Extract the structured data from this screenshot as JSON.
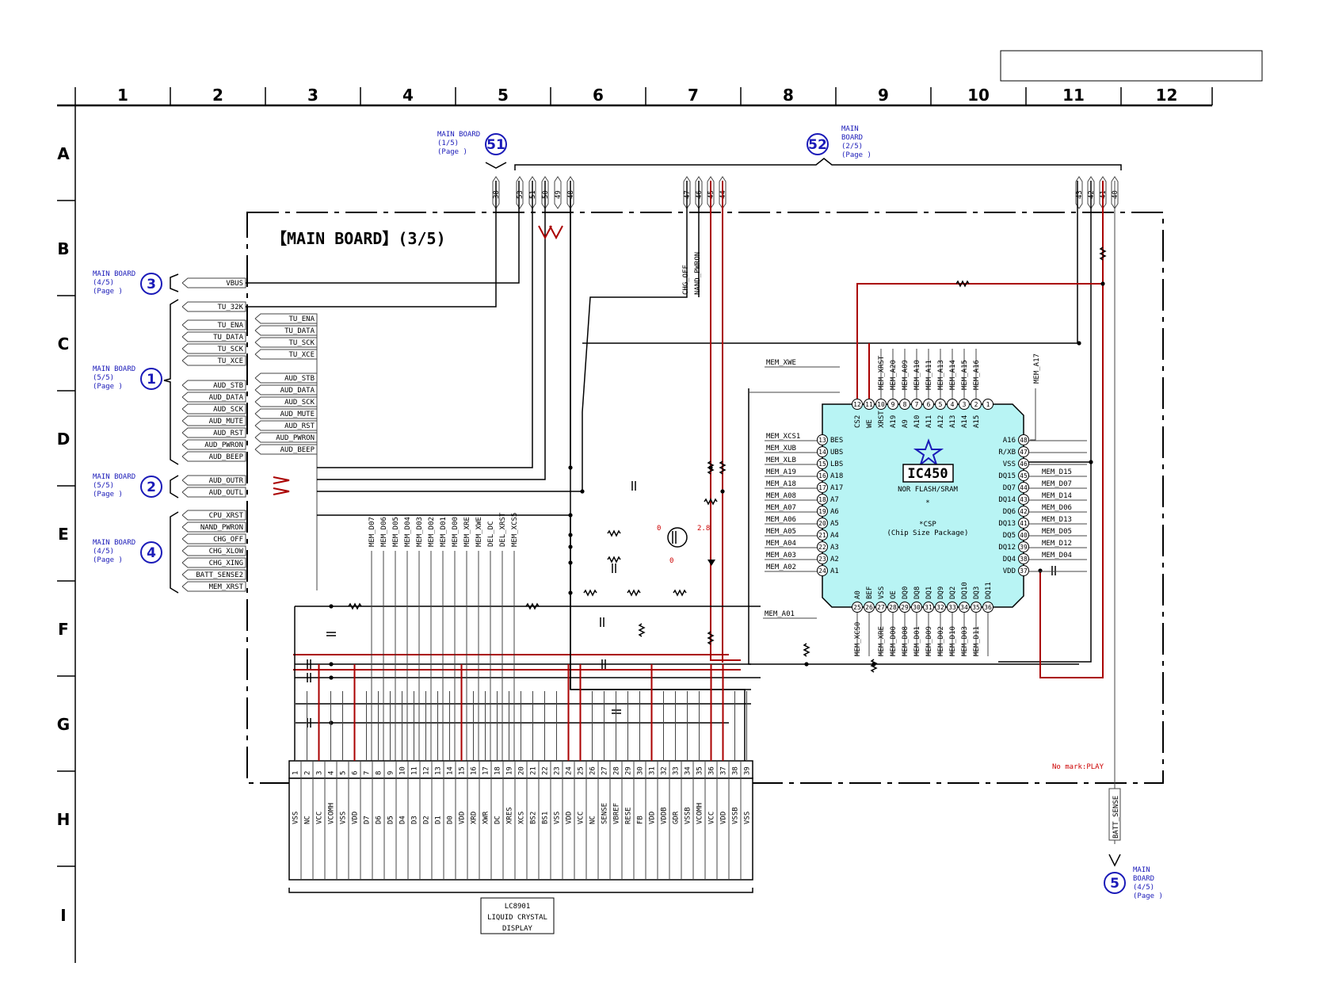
{
  "column_headers": [
    "1",
    "2",
    "3",
    "4",
    "5",
    "6",
    "7",
    "8",
    "9",
    "10",
    "11",
    "12"
  ],
  "row_headers": [
    "A",
    "B",
    "C",
    "D",
    "E",
    "F",
    "G",
    "H",
    "I"
  ],
  "title": "【MAIN BOARD】(3/5)",
  "note": "No mark:PLAY",
  "colors": {
    "wire": "#000000",
    "power": "#aa0000",
    "ic_fill": "#b8f4f4",
    "ref": "#1a1ab8"
  },
  "connectors": [
    {
      "num": "51",
      "lines": [
        "MAIN BOARD",
        "(1/5)",
        "(Page  )"
      ]
    },
    {
      "num": "52",
      "lines": [
        "MAIN",
        "BOARD",
        "(2/5)",
        "(Page  )"
      ]
    },
    {
      "num": "3",
      "lines": [
        "MAIN BOARD",
        "(4/5)",
        "(Page  )"
      ]
    },
    {
      "num": "1",
      "lines": [
        "MAIN BOARD",
        "(5/5)",
        "(Page  )"
      ]
    },
    {
      "num": "2",
      "lines": [
        "MAIN BOARD",
        "(5/5)",
        "(Page  )"
      ]
    },
    {
      "num": "4",
      "lines": [
        "MAIN BOARD",
        "(4/5)",
        "(Page  )"
      ]
    },
    {
      "num": "5",
      "lines": [
        "MAIN",
        "BOARD",
        "(4/5)",
        "(Page  )"
      ]
    }
  ],
  "top_pins_51": [
    "38",
    "53",
    "51",
    "50",
    "49",
    "48"
  ],
  "top_pins_mid": [
    "47",
    "46",
    "45",
    "44"
  ],
  "top_pins_right": [
    "43",
    "42",
    "41",
    "40"
  ],
  "left_signals_3": [
    "VBUS"
  ],
  "left_signals_1": [
    "TU_32K",
    "TU_ENA",
    "TU_DATA",
    "TU_SCK",
    "TU_XCE",
    "AUD_STB",
    "AUD_DATA",
    "AUD_SCK",
    "AUD_MUTE",
    "AUD_RST",
    "AUD_PWRON",
    "AUD_BEEP"
  ],
  "right_labels_1": [
    "TU_ENA",
    "TU_DATA",
    "TU_SCK",
    "TU_XCE",
    "AUD_STB",
    "AUD_DATA",
    "AUD_SCK",
    "AUD_MUTE",
    "AUD_RST",
    "AUD_PWRON",
    "AUD_BEEP"
  ],
  "left_signals_2": [
    "AUD_OUTR",
    "AUD_OUTL"
  ],
  "left_signals_4": [
    "CPU_XRST",
    "NAND_PWRON",
    "CHG_OFF",
    "CHG_XLOW",
    "CHG_XING",
    "BATT_SENSE2",
    "MEM_XRST"
  ],
  "vertical_labels_top": [
    "CHG_OFF",
    "NAND_PWRON"
  ],
  "mem_bus_labels": [
    "MEM_D07",
    "MEM_D06",
    "MEM_D05",
    "MEM_D04",
    "MEM_D03",
    "MEM_D02",
    "MEM_D01",
    "MEM_D00",
    "MEM_XRE",
    "MEM_XWE",
    "DEL_DC",
    "DEL_XRST",
    "MEM_XCS5"
  ],
  "ic450": {
    "ref": "IC450",
    "desc": "NOR FLASH/SRAM",
    "star": "*",
    "pkg1": "*CSP",
    "pkg2": "(Chip Size Package)",
    "top_pins": [
      {
        "n": "12",
        "name": "CS2",
        "sig": ""
      },
      {
        "n": "11",
        "name": "WE",
        "sig": ""
      },
      {
        "n": "10",
        "name": "XRST",
        "sig": "MEM_XRST"
      },
      {
        "n": "9",
        "name": "A19",
        "sig": "MEM_A20"
      },
      {
        "n": "8",
        "name": "A9",
        "sig": "MEM_A09"
      },
      {
        "n": "7",
        "name": "A10",
        "sig": "MEM_A10"
      },
      {
        "n": "6",
        "name": "A11",
        "sig": "MEM_A11"
      },
      {
        "n": "5",
        "name": "A12",
        "sig": "MEM_A13"
      },
      {
        "n": "4",
        "name": "A13",
        "sig": "MEM_A14"
      },
      {
        "n": "3",
        "name": "A14",
        "sig": "MEM_A15"
      },
      {
        "n": "2",
        "name": "A15",
        "sig": "MEM_A16"
      },
      {
        "n": "1",
        "name": "",
        "sig": ""
      }
    ],
    "left_pins": [
      {
        "n": "13",
        "name": "BES",
        "sig": "MEM_XCS1"
      },
      {
        "n": "14",
        "name": "UBS",
        "sig": "MEM_XUB"
      },
      {
        "n": "15",
        "name": "LBS",
        "sig": "MEM_XLB"
      },
      {
        "n": "16",
        "name": "A18",
        "sig": "MEM_A19"
      },
      {
        "n": "17",
        "name": "A17",
        "sig": "MEM_A18"
      },
      {
        "n": "18",
        "name": "A7",
        "sig": "MEM_A08"
      },
      {
        "n": "19",
        "name": "A6",
        "sig": "MEM_A07"
      },
      {
        "n": "20",
        "name": "A5",
        "sig": "MEM_A06"
      },
      {
        "n": "21",
        "name": "A4",
        "sig": "MEM_A05"
      },
      {
        "n": "22",
        "name": "A3",
        "sig": "MEM_A04"
      },
      {
        "n": "23",
        "name": "A2",
        "sig": "MEM_A03"
      },
      {
        "n": "24",
        "name": "A1",
        "sig": "MEM_A02"
      }
    ],
    "right_pins": [
      {
        "n": "48",
        "name": "A16",
        "sig": ""
      },
      {
        "n": "47",
        "name": "R/XB",
        "sig": ""
      },
      {
        "n": "46",
        "name": "VSS",
        "sig": ""
      },
      {
        "n": "45",
        "name": "DQ15",
        "sig": "MEM_D15"
      },
      {
        "n": "44",
        "name": "DQ7",
        "sig": "MEM_D07"
      },
      {
        "n": "43",
        "name": "DQ14",
        "sig": "MEM_D14"
      },
      {
        "n": "42",
        "name": "DQ6",
        "sig": "MEM_D06"
      },
      {
        "n": "41",
        "name": "DQ13",
        "sig": "MEM_D13"
      },
      {
        "n": "40",
        "name": "DQ5",
        "sig": "MEM_D05"
      },
      {
        "n": "39",
        "name": "DQ12",
        "sig": "MEM_D12"
      },
      {
        "n": "38",
        "name": "DQ4",
        "sig": "MEM_D04"
      },
      {
        "n": "37",
        "name": "VDD",
        "sig": ""
      }
    ],
    "bottom_pins": [
      {
        "n": "25",
        "name": "A0",
        "sig": "MEM_XCS0"
      },
      {
        "n": "26",
        "name": "BEF",
        "sig": ""
      },
      {
        "n": "27",
        "name": "VSS",
        "sig": "MEM_XRE"
      },
      {
        "n": "28",
        "name": "OE",
        "sig": "MEM_D00"
      },
      {
        "n": "29",
        "name": "DQ0",
        "sig": "MEM_D08"
      },
      {
        "n": "30",
        "name": "DQ8",
        "sig": "MEM_D01"
      },
      {
        "n": "31",
        "name": "DQ1",
        "sig": "MEM_D09"
      },
      {
        "n": "32",
        "name": "DQ9",
        "sig": "MEM_D02"
      },
      {
        "n": "33",
        "name": "DQ2",
        "sig": "MEM_D10"
      },
      {
        "n": "34",
        "name": "DQ10",
        "sig": "MEM_D03"
      },
      {
        "n": "35",
        "name": "DQ3",
        "sig": "MEM_D11"
      },
      {
        "n": "36",
        "name": "DQ11",
        "sig": ""
      }
    ],
    "extra_labels": [
      "MEM_XWE",
      "MEM_A17",
      "MEM_A01"
    ]
  },
  "lcd": {
    "ref": "LC8901",
    "lines": [
      "LC8901",
      "LIQUID CRYSTAL",
      "DISPLAY"
    ],
    "pins": [
      {
        "n": "1",
        "name": "VSS"
      },
      {
        "n": "2",
        "name": "NC"
      },
      {
        "n": "3",
        "name": "VCC"
      },
      {
        "n": "4",
        "name": "VCOMH"
      },
      {
        "n": "5",
        "name": "VSS"
      },
      {
        "n": "6",
        "name": "VDD"
      },
      {
        "n": "7",
        "name": "D7"
      },
      {
        "n": "8",
        "name": "D6"
      },
      {
        "n": "9",
        "name": "D5"
      },
      {
        "n": "10",
        "name": "D4"
      },
      {
        "n": "11",
        "name": "D3"
      },
      {
        "n": "12",
        "name": "D2"
      },
      {
        "n": "13",
        "name": "D1"
      },
      {
        "n": "14",
        "name": "D0"
      },
      {
        "n": "15",
        "name": "VDD"
      },
      {
        "n": "16",
        "name": "XRD"
      },
      {
        "n": "17",
        "name": "XWR"
      },
      {
        "n": "18",
        "name": "DC"
      },
      {
        "n": "19",
        "name": "XRES"
      },
      {
        "n": "20",
        "name": "XCS"
      },
      {
        "n": "21",
        "name": "BS2"
      },
      {
        "n": "22",
        "name": "BS1"
      },
      {
        "n": "23",
        "name": "VSS"
      },
      {
        "n": "24",
        "name": "VDD"
      },
      {
        "n": "25",
        "name": "VCC"
      },
      {
        "n": "26",
        "name": "NC"
      },
      {
        "n": "27",
        "name": "SENSE"
      },
      {
        "n": "28",
        "name": "VBREF"
      },
      {
        "n": "29",
        "name": "RESE"
      },
      {
        "n": "30",
        "name": "FB"
      },
      {
        "n": "31",
        "name": "VDD"
      },
      {
        "n": "32",
        "name": "VDDB"
      },
      {
        "n": "33",
        "name": "GDR"
      },
      {
        "n": "34",
        "name": "VSSB"
      },
      {
        "n": "35",
        "name": "VCOMH"
      },
      {
        "n": "36",
        "name": "VCC"
      },
      {
        "n": "37",
        "name": "VDD"
      },
      {
        "n": "38",
        "name": "VSSB"
      },
      {
        "n": "39",
        "name": "VSS"
      }
    ]
  },
  "voltages": [
    "0",
    "2.8",
    "0"
  ],
  "batt_sense": "BATT_SENSE"
}
